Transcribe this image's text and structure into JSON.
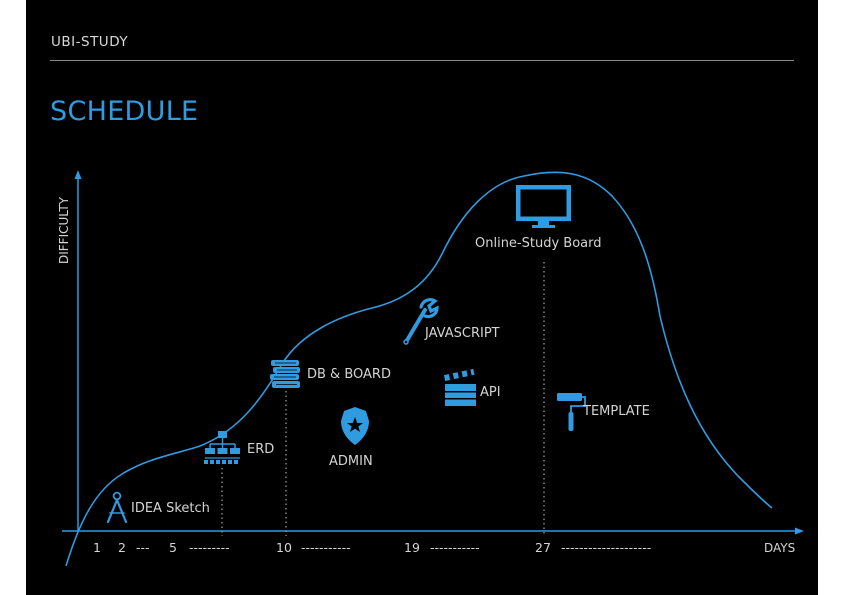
{
  "header": {
    "brand": "UBI-STUDY",
    "title": "SCHEDULE"
  },
  "chart": {
    "y_axis_label": "DIFFICULTY",
    "x_axis_label": "DAYS",
    "x_ticks": [
      "1",
      "2",
      "5",
      "10",
      "19",
      "27"
    ],
    "dash_gaps": [
      "---",
      "---------",
      "-----------",
      "-----------",
      "--------------------"
    ],
    "milestones": [
      {
        "id": "idea",
        "label": "IDEA Sketch",
        "icon": "compass-icon"
      },
      {
        "id": "erd",
        "label": "ERD",
        "icon": "sitemap-icon"
      },
      {
        "id": "db",
        "label": "DB & BOARD",
        "icon": "books-icon"
      },
      {
        "id": "admin",
        "label": "ADMIN",
        "icon": "badge-icon"
      },
      {
        "id": "js",
        "label": "JAVASCRIPT",
        "icon": "wrench-icon"
      },
      {
        "id": "api",
        "label": "API",
        "icon": "clapperboard-icon"
      },
      {
        "id": "online",
        "label": "Online-Study Board",
        "icon": "monitor-icon"
      },
      {
        "id": "template",
        "label": "TEMPLATE",
        "icon": "paint-roller-icon"
      }
    ]
  },
  "colors": {
    "accent": "#2f9be0",
    "background": "#000000",
    "text": "#d4d4d4"
  }
}
